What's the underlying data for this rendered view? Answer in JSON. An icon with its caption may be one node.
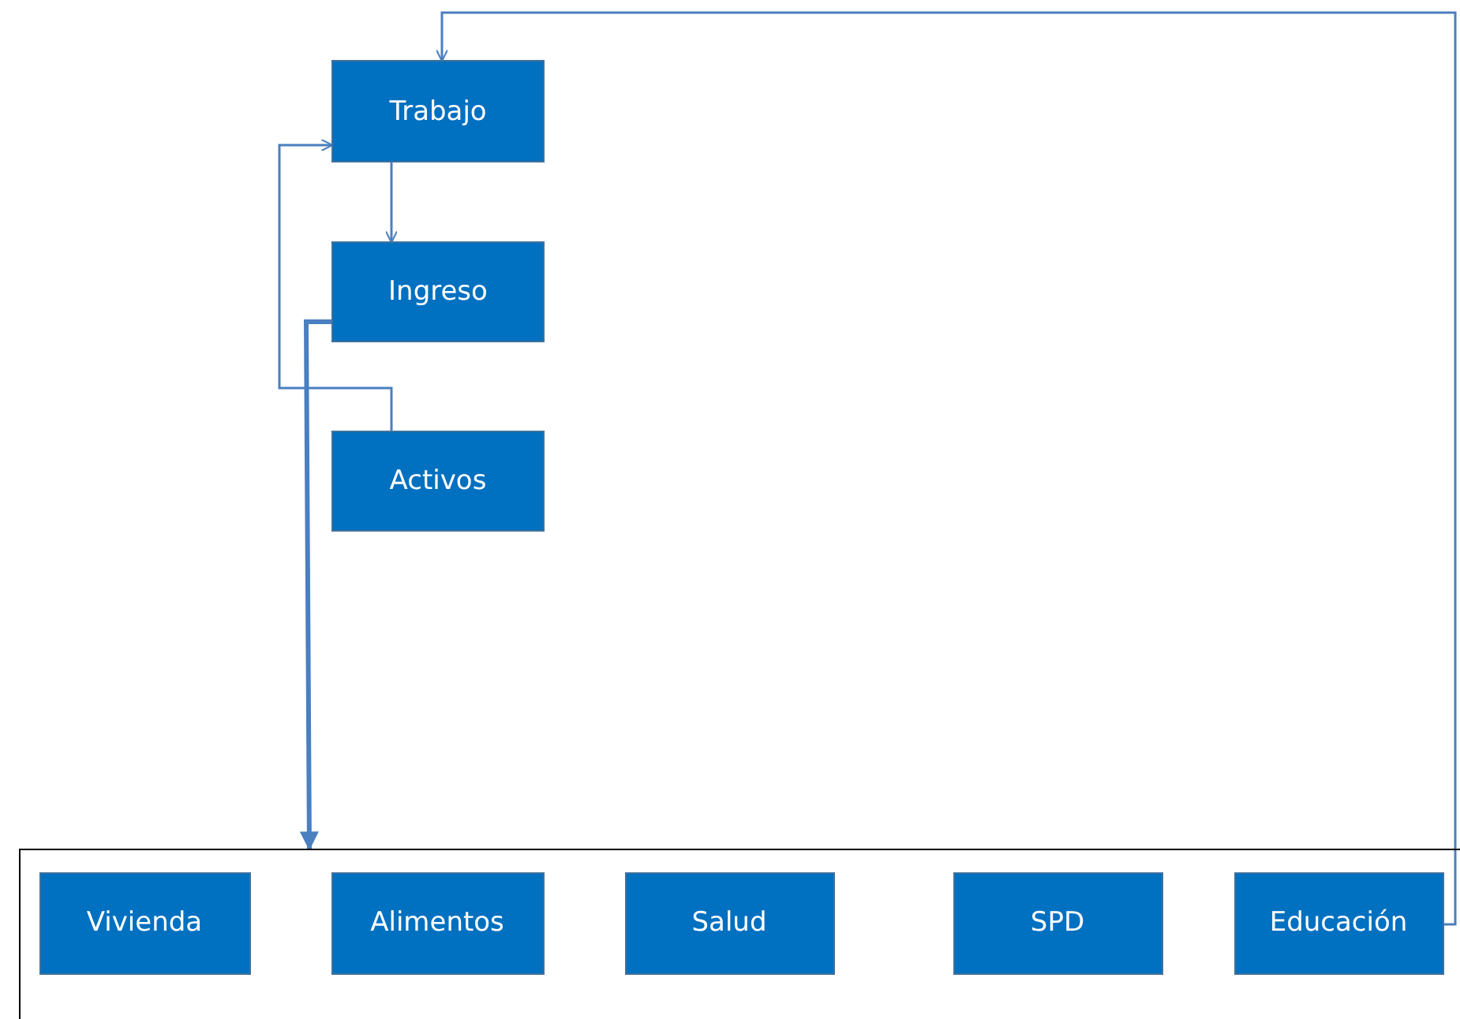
{
  "diagram": {
    "nodes": [
      {
        "text": [
          "Trabajo"
        ]
      },
      {
        "text": [
          "Ingreso"
        ]
      },
      {
        "text": [
          "Activos"
        ]
      },
      {
        "text": [],
        "shape": "box"
      },
      {
        "text": [
          "Vivienda"
        ],
        "in": 3
      },
      {
        "text": [
          "Alimentos"
        ],
        "in": 3
      },
      {
        "text": [
          "Salud"
        ],
        "in": 3
      },
      {
        "text": [
          "SPD"
        ],
        "in": 3
      },
      {
        "text": [
          "Educación"
        ],
        "in": 3
      }
    ],
    "edges": [
      {
        "from": 0,
        "to": 1,
        "arrow": "to"
      },
      {
        "from": 2,
        "to": 0,
        "arrow": "to"
      },
      {
        "from": 1,
        "to": 3,
        "arrow": "to",
        "style": "thick"
      },
      {
        "from": 8,
        "to": 0,
        "arrow": "to"
      }
    ]
  }
}
